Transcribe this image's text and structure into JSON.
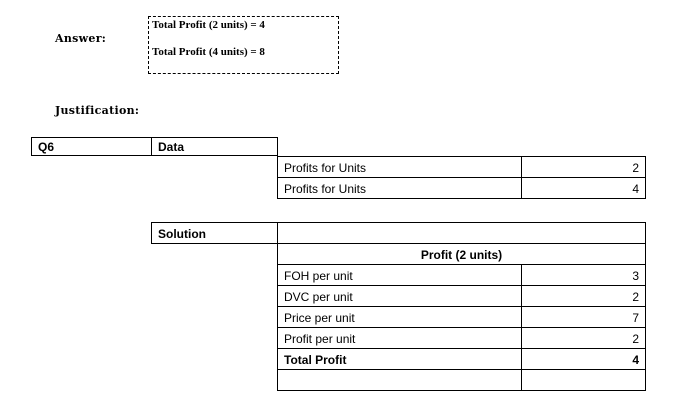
{
  "answer": {
    "label": "Answer:",
    "lines": [
      "Total Profit (2 units) = 4",
      "Total Profit (4 units) = 8"
    ]
  },
  "justification_label": "Justification:",
  "q_label": "Q6",
  "data_section": {
    "header": "Data",
    "rows": [
      {
        "label": "Profits for Units",
        "value": "2"
      },
      {
        "label": "Profits for Units",
        "value": "4"
      }
    ]
  },
  "solution_section": {
    "header": "Solution",
    "table_title": "Profit (2 units)",
    "rows": [
      {
        "label": "FOH per unit",
        "value": "3"
      },
      {
        "label": "DVC per unit",
        "value": "2"
      },
      {
        "label": "Price per unit",
        "value": "7"
      },
      {
        "label": "Profit per unit",
        "value": "2"
      },
      {
        "label": "Total Profit",
        "value": "4"
      },
      {
        "label": "",
        "value": ""
      }
    ]
  }
}
